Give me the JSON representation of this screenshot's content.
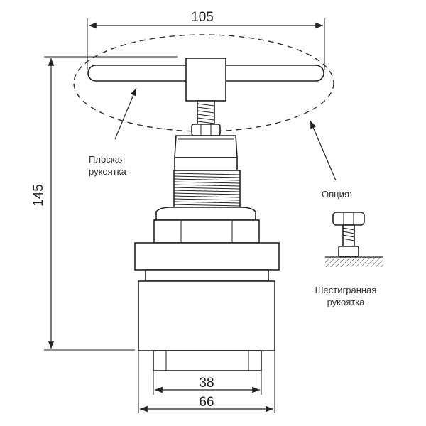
{
  "dimensions": {
    "handle_width": "105",
    "total_height": "145",
    "inner_width": "38",
    "body_width": "66"
  },
  "labels": {
    "flat_handle_line1": "Плоская",
    "flat_handle_line2": "рукоятка",
    "option": "Опция:",
    "hex_handle_line1": "Шестигранная",
    "hex_handle_line2": "рукоятка"
  }
}
